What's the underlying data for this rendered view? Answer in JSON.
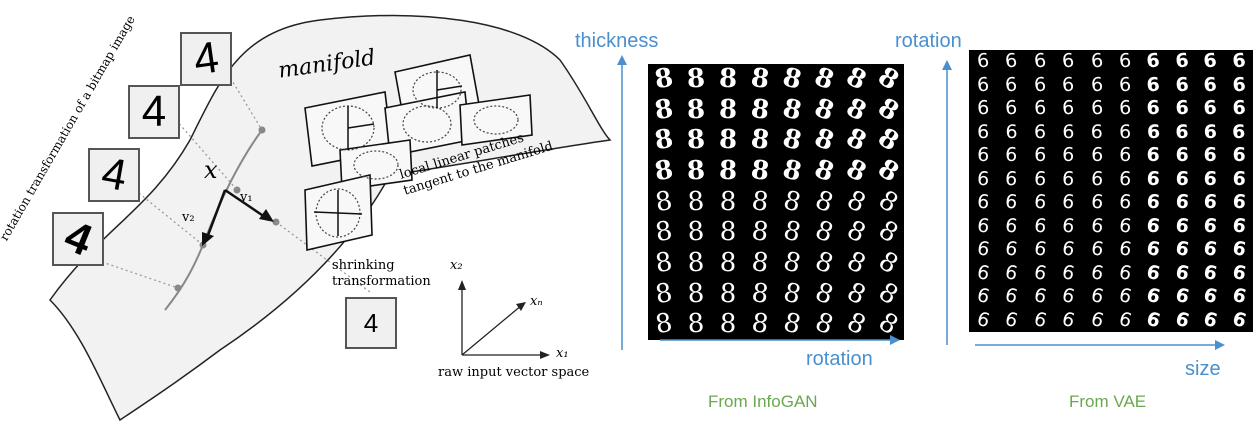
{
  "manifold_figure": {
    "manifold_label": "manifold",
    "rotation_caption": "rotation transformation of a bitmap image",
    "patches_caption_line1": "local linear patches",
    "patches_caption_line2": "tangent to the manifold",
    "shrinking_line1": "shrinking",
    "shrinking_line2": "transformation",
    "x_symbol": "x",
    "v1_label": "v₁",
    "v2_label": "v₂",
    "digit": "4",
    "axes_caption": "raw input vector space",
    "axis_x1": "x₁",
    "axis_x2": "x₂",
    "axis_xn": "xₙ"
  },
  "infogan_panel": {
    "y_label": "thickness",
    "x_label": "rotation",
    "caption": "From InfoGAN",
    "digit": "8",
    "rows": 9,
    "cols": 8
  },
  "vae_panel": {
    "y_label": "rotation",
    "x_label": "size",
    "caption": "From VAE",
    "digit": "6",
    "rows": 12,
    "cols": 10
  },
  "colors": {
    "axis_blue": "#4a8fce",
    "caption_green": "#6aa84f"
  }
}
